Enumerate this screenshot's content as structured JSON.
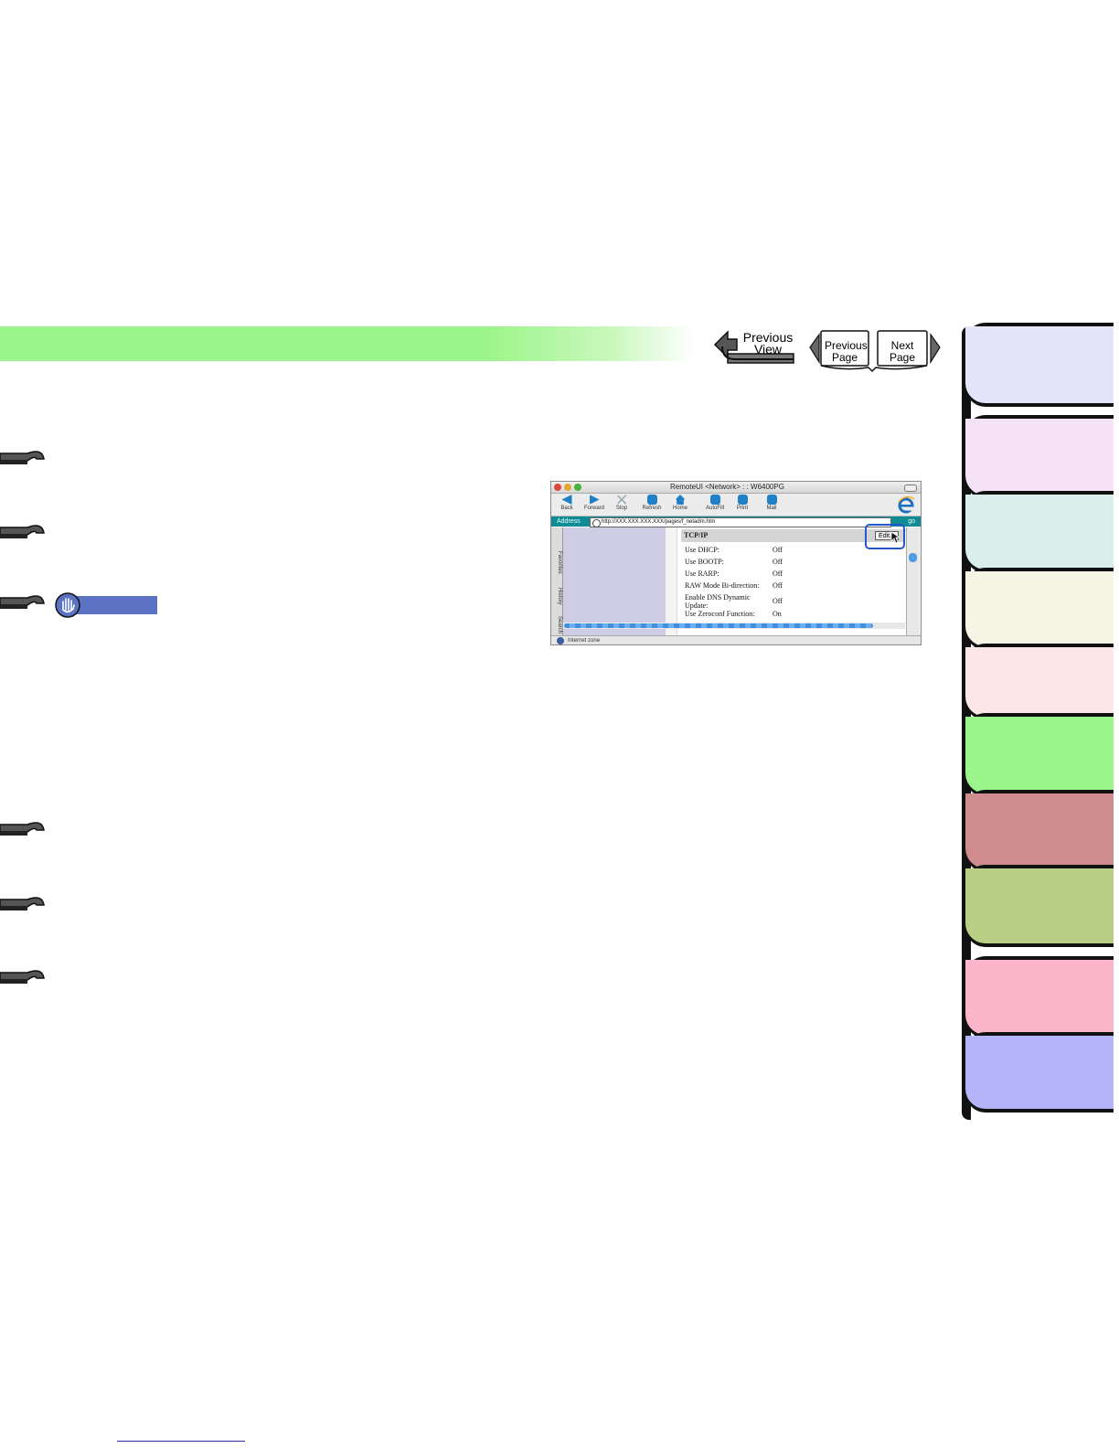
{
  "nav": {
    "previous_view": "Previous\nView",
    "previous_page": "Previous\nPage",
    "next_page": "Next\nPage"
  },
  "tabs": [
    {
      "id": "tab-1",
      "color": "#e4e4fb"
    },
    {
      "id": "tab-2",
      "color": "#f6e2f7"
    },
    {
      "id": "tab-3",
      "color": "#d9efec"
    },
    {
      "id": "tab-4",
      "color": "#f6f5e5"
    },
    {
      "id": "tab-5",
      "color": "#fde6e6"
    },
    {
      "id": "tab-6",
      "color": "#9cf58a",
      "active": true
    },
    {
      "id": "tab-7",
      "color": "#cf8b8e"
    },
    {
      "id": "tab-8",
      "color": "#b8cf85"
    },
    {
      "id": "tab-9",
      "color": "#fdb5cb"
    },
    {
      "id": "tab-10",
      "color": "#b4b4fb"
    }
  ],
  "browser": {
    "title": "RemoteUI <Network> : : W6400PG",
    "toolbar": [
      "Back",
      "Forward",
      "Stop",
      "Refresh",
      "Home",
      "AutoFill",
      "Print",
      "Mail"
    ],
    "address_label": "Address",
    "address_value": "http://XXX.XXX.XXX.XXX/pages/f_netadm.htm",
    "address_go": "go",
    "side_tabs": [
      "Favorites",
      "History",
      "Search"
    ],
    "section_title": "TCP/IP",
    "edit_button": "Edit...",
    "rows": [
      {
        "label": "Use DHCP:",
        "value": "Off"
      },
      {
        "label": "Use BOOTP:",
        "value": "Off"
      },
      {
        "label": "Use RARP:",
        "value": "Off"
      },
      {
        "label": "RAW Mode Bi-direction:",
        "value": "Off"
      },
      {
        "label": "Enable DNS Dynamic Update:",
        "value": "Off"
      },
      {
        "label": "Use Zeroconf Function:",
        "value": "On"
      }
    ],
    "status": "Internet zone"
  },
  "colors": {
    "header_green": "#9cf58a",
    "important_blue": "#5b73c2",
    "address_teal": "#0f8c94",
    "highlight_ring": "#2458c8"
  }
}
